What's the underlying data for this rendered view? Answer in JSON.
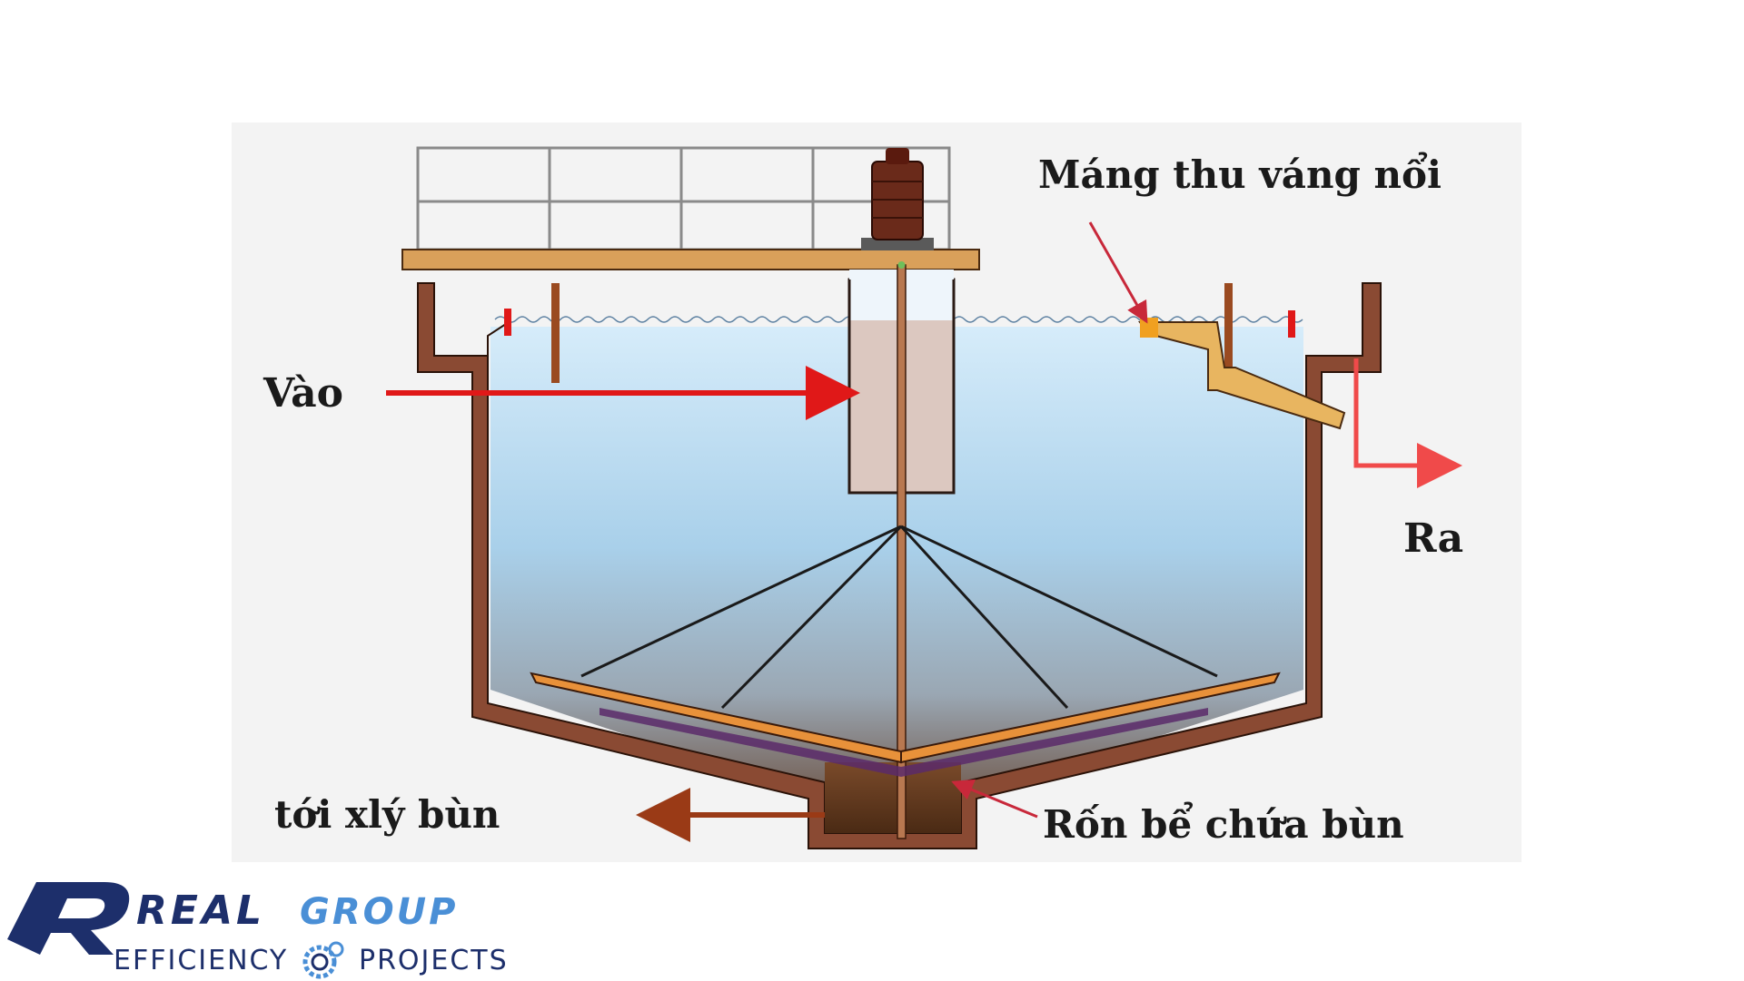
{
  "diagram": {
    "labels": {
      "inlet": "Vào",
      "outlet": "Ra",
      "scum_trough": "Máng thu váng nổi",
      "to_sludge": "tới xlý bùn",
      "sludge_hopper": "Rốn bể chứa bùn"
    }
  },
  "logo": {
    "brand": "REAL",
    "group": "GROUP",
    "left_word": "EFFICIENCY",
    "right_word": "PROJECTS"
  },
  "colors": {
    "tank_wall": "#8a4a33",
    "tank_wall_dark": "#5a2a18",
    "water_top": "#c9e4f6",
    "water_bottom": "#6b4a3a",
    "inlet_arrow": "#e01818",
    "outlet_arrow": "#f04a4a",
    "bridge": "#d9a05a",
    "scraper": "#e8913a",
    "logo_blue": "#1d2f6b",
    "logo_light": "#4a8fd6"
  }
}
